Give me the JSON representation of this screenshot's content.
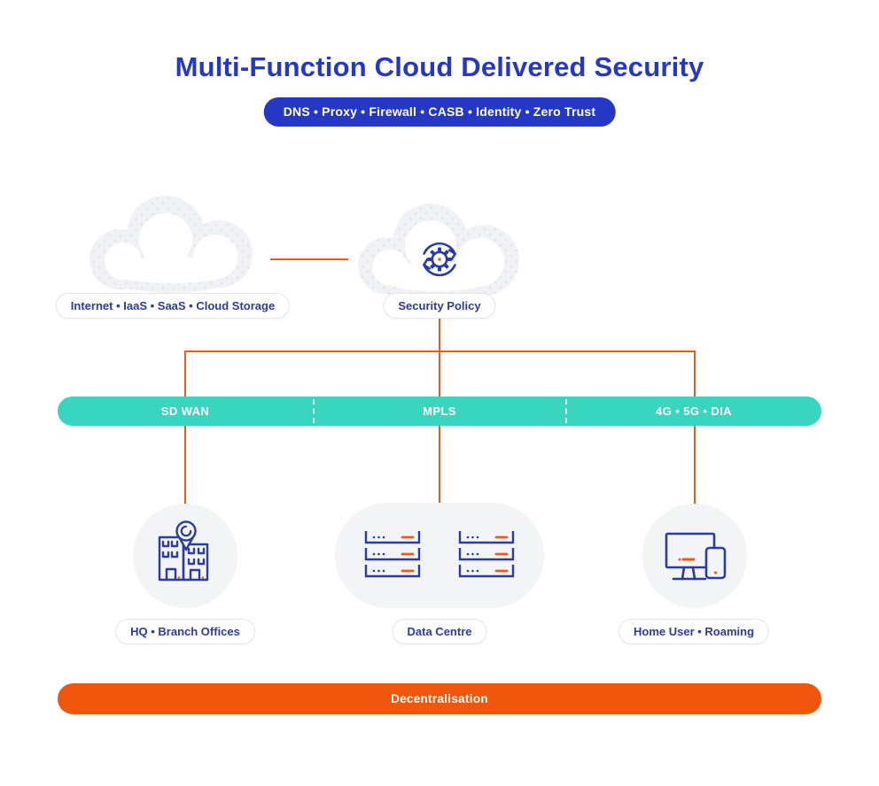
{
  "header": {
    "title": "Multi-Function Cloud Delivered Security",
    "badge": "DNS • Proxy • Firewall • CASB • Identity • Zero Trust"
  },
  "clouds": {
    "internet": {
      "label": "Internet • IaaS • SaaS • Cloud Storage"
    },
    "security": {
      "label": "Security Policy",
      "icon": "sync-gear-icon"
    }
  },
  "transport_bar": {
    "segments": [
      {
        "label": "SD WAN"
      },
      {
        "label": "MPLS"
      },
      {
        "label": "4G • 5G • DIA"
      }
    ]
  },
  "endpoints": [
    {
      "label": "HQ • Branch Offices",
      "icon": "building-location-icon"
    },
    {
      "label": "Data Centre",
      "icon": "server-racks-icon"
    },
    {
      "label": "Home User • Roaming",
      "icon": "desktop-mobile-icon"
    }
  ],
  "footer": {
    "label": "Decentralisation"
  },
  "colors": {
    "blue": "#2537C5",
    "navy_text": "#2B3B9E",
    "icon_stroke": "#2B3BA6",
    "teal": "#39D6BF",
    "orange_line": "#EE5A17",
    "orange_bar": "#F0570D",
    "cloud_gray": "#F1F2F5",
    "cloud_dots": "#E2E5EA",
    "shape_gray": "#F3F4F6",
    "pill_border": "#E5E7EB"
  }
}
